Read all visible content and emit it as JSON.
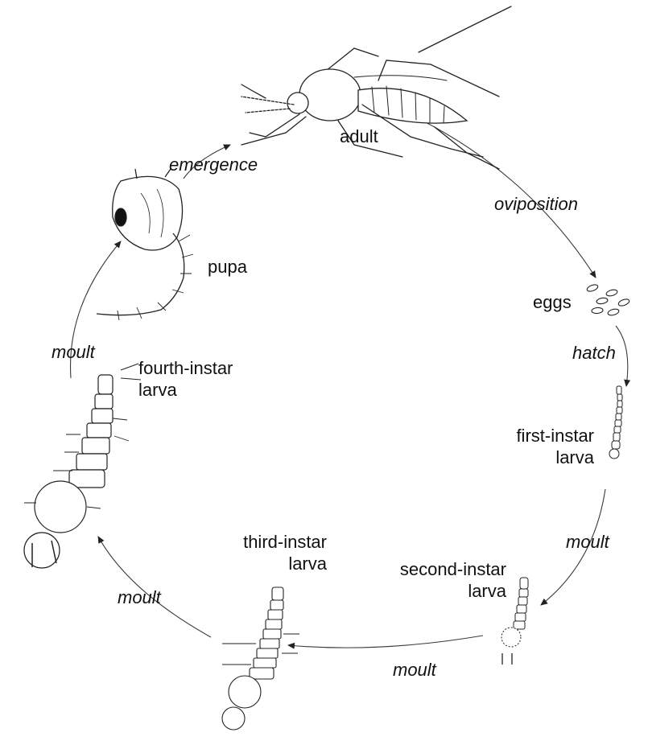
{
  "stages": {
    "adult": "adult",
    "eggs": "eggs",
    "first_instar": [
      "first-instar",
      "larva"
    ],
    "second_instar": [
      "second-instar",
      "larva"
    ],
    "third_instar": [
      "third-instar",
      "larva"
    ],
    "fourth_instar": [
      "fourth-instar",
      "larva"
    ],
    "pupa": "pupa"
  },
  "transitions": {
    "oviposition": "oviposition",
    "hatch": "hatch",
    "moult_1": "moult",
    "moult_2": "moult",
    "moult_3": "moult",
    "moult_4": "moult",
    "emergence": "emergence"
  },
  "colors": {
    "ink": "#111111",
    "arrow": "#3a3a3a",
    "background": "#ffffff"
  }
}
